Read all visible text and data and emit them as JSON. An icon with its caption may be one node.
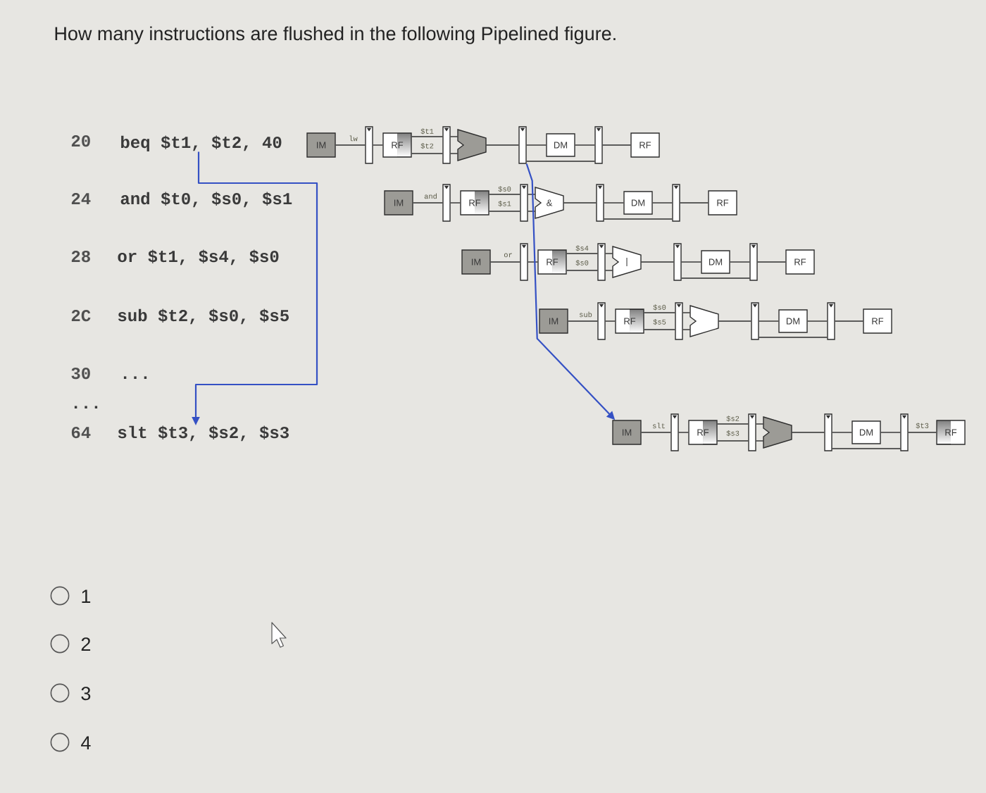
{
  "diagram": {
    "title": "How many instructions are flushed in the following Pipelined figure.",
    "nodes": [
      {
        "text": [
          "beq $t1, $t2, 40"
        ]
      },
      {
        "text": [
          "IM"
        ]
      },
      {
        "text": [],
        "shape": "bar"
      },
      {
        "text": [
          "RF"
        ]
      },
      {
        "text": [],
        "shape": "bar"
      },
      {
        "text": [],
        "shape": "trapezoid"
      },
      {
        "text": [],
        "shape": "bar"
      },
      {
        "text": [
          "DM"
        ]
      },
      {
        "text": [],
        "shape": "bar"
      },
      {
        "text": [
          "RF"
        ]
      },
      {
        "text": [
          "IM"
        ]
      },
      {
        "text": [],
        "shape": "bar"
      },
      {
        "text": [
          "RF"
        ]
      },
      {
        "text": [],
        "shape": "bar"
      },
      {
        "text": [
          "&"
        ]
      },
      {
        "text": [],
        "shape": "bar"
      },
      {
        "text": [
          "DM"
        ]
      },
      {
        "text": [],
        "shape": "bar"
      },
      {
        "text": [
          "RF"
        ]
      },
      {
        "text": [
          "IM"
        ]
      },
      {
        "text": [],
        "shape": "bar"
      },
      {
        "text": [
          "RF"
        ]
      },
      {
        "text": [],
        "shape": "bar"
      },
      {
        "text": [
          "|"
        ]
      },
      {
        "text": [],
        "shape": "bar"
      },
      {
        "text": [
          "DM"
        ]
      },
      {
        "text": [],
        "shape": "bar"
      },
      {
        "text": [
          "RF"
        ]
      },
      {
        "text": [
          "IM"
        ]
      },
      {
        "text": [],
        "shape": "bar"
      },
      {
        "text": [
          "RF"
        ]
      },
      {
        "text": [],
        "shape": "bar"
      },
      {
        "text": [],
        "shape": "trapezoid"
      },
      {
        "text": [],
        "shape": "bar"
      },
      {
        "text": [
          "DM"
        ]
      },
      {
        "text": [],
        "shape": "bar"
      },
      {
        "text": [
          "RF"
        ]
      },
      {
        "text": [
          "slt $t3, $s2, $s3"
        ]
      },
      {
        "text": [
          "IM"
        ]
      },
      {
        "text": [],
        "shape": "bar"
      },
      {
        "text": [
          "RF"
        ]
      },
      {
        "text": [],
        "shape": "bar"
      },
      {
        "text": [],
        "shape": "trapezoid"
      },
      {
        "text": [],
        "shape": "bar"
      },
      {
        "text": [
          "DM"
        ]
      },
      {
        "text": [],
        "shape": "bar"
      },
      {
        "text": [
          "RF"
        ]
      }
    ],
    "edges": [
      {
        "from": 1,
        "to": 2,
        "arrow": "none",
        "label": "lw"
      },
      {
        "from": 2,
        "to": 3,
        "arrow": "none"
      },
      {
        "from": 3,
        "to": 4,
        "arrow": "none",
        "label": "$t1"
      },
      {
        "from": 3,
        "to": 4,
        "arrow": "none",
        "label": "$t2"
      },
      {
        "from": 4,
        "to": 5,
        "arrow": "none"
      },
      {
        "from": 4,
        "to": 5,
        "arrow": "none"
      },
      {
        "from": 5,
        "to": 6,
        "arrow": "none"
      },
      {
        "from": 6,
        "to": 7,
        "arrow": "none"
      },
      {
        "from": 6,
        "to": 8,
        "arrow": "none"
      },
      {
        "from": 7,
        "to": 8,
        "arrow": "none"
      },
      {
        "from": 8,
        "to": 9,
        "arrow": "none"
      },
      {
        "from": 10,
        "to": 11,
        "arrow": "none",
        "label": "and"
      },
      {
        "from": 11,
        "to": 12,
        "arrow": "none"
      },
      {
        "from": 12,
        "to": 13,
        "arrow": "none",
        "label": "$s0"
      },
      {
        "from": 12,
        "to": 13,
        "arrow": "none",
        "label": "$s1"
      },
      {
        "from": 13,
        "to": 14,
        "arrow": "none"
      },
      {
        "from": 13,
        "to": 14,
        "arrow": "none"
      },
      {
        "from": 14,
        "to": 15,
        "arrow": "none"
      },
      {
        "from": 15,
        "to": 16,
        "arrow": "none"
      },
      {
        "from": 15,
        "to": 17,
        "arrow": "none"
      },
      {
        "from": 16,
        "to": 17,
        "arrow": "none"
      },
      {
        "from": 17,
        "to": 18,
        "arrow": "none"
      },
      {
        "from": 19,
        "to": 20,
        "arrow": "none",
        "label": "or"
      },
      {
        "from": 20,
        "to": 21,
        "arrow": "none"
      },
      {
        "from": 21,
        "to": 22,
        "arrow": "none",
        "label": "$s4"
      },
      {
        "from": 21,
        "to": 22,
        "arrow": "none",
        "label": "$s0"
      },
      {
        "from": 22,
        "to": 23,
        "arrow": "none"
      },
      {
        "from": 22,
        "to": 23,
        "arrow": "none"
      },
      {
        "from": 23,
        "to": 24,
        "arrow": "none"
      },
      {
        "from": 24,
        "to": 25,
        "arrow": "none"
      },
      {
        "from": 24,
        "to": 26,
        "arrow": "none"
      },
      {
        "from": 25,
        "to": 26,
        "arrow": "none"
      },
      {
        "from": 26,
        "to": 27,
        "arrow": "none"
      },
      {
        "from": 28,
        "to": 29,
        "arrow": "none",
        "label": "sub"
      },
      {
        "from": 29,
        "to": 30,
        "arrow": "none"
      },
      {
        "from": 30,
        "to": 31,
        "arrow": "none",
        "label": "$s0"
      },
      {
        "from": 30,
        "to": 31,
        "arrow": "none",
        "label": "$s5"
      },
      {
        "from": 31,
        "to": 32,
        "arrow": "none"
      },
      {
        "from": 31,
        "to": 32,
        "arrow": "none"
      },
      {
        "from": 32,
        "to": 33,
        "arrow": "none"
      },
      {
        "from": 33,
        "to": 34,
        "arrow": "none"
      },
      {
        "from": 33,
        "to": 35,
        "arrow": "none"
      },
      {
        "from": 34,
        "to": 35,
        "arrow": "none"
      },
      {
        "from": 35,
        "to": 36,
        "arrow": "none"
      },
      {
        "from": 38,
        "to": 39,
        "arrow": "none",
        "label": "slt"
      },
      {
        "from": 39,
        "to": 40,
        "arrow": "none"
      },
      {
        "from": 40,
        "to": 41,
        "arrow": "none",
        "label": "$s2"
      },
      {
        "from": 40,
        "to": 41,
        "arrow": "none",
        "label": "$s3"
      },
      {
        "from": 41,
        "to": 42,
        "arrow": "none"
      },
      {
        "from": 41,
        "to": 42,
        "arrow": "none"
      },
      {
        "from": 42,
        "to": 43,
        "arrow": "none"
      },
      {
        "from": 43,
        "to": 44,
        "arrow": "none"
      },
      {
        "from": 43,
        "to": 45,
        "arrow": "none"
      },
      {
        "from": 44,
        "to": 45,
        "arrow": "none"
      },
      {
        "from": 45,
        "to": 46,
        "arrow": "none",
        "label": "$t3"
      },
      {
        "from": 0,
        "to": 37,
        "arrow": "to",
        "color": "#3551c4"
      },
      {
        "from": 6,
        "to": 38,
        "arrow": "to",
        "color": "#3551c4"
      }
    ],
    "labels": [
      "20",
      "24",
      "and $t0, $s0, $s1",
      "28",
      "or $t1, $s4, $s0",
      "2C",
      "sub $t2, $s0, $s5",
      "30",
      "...",
      "...",
      "64",
      "1",
      "2",
      "3",
      "4"
    ]
  }
}
